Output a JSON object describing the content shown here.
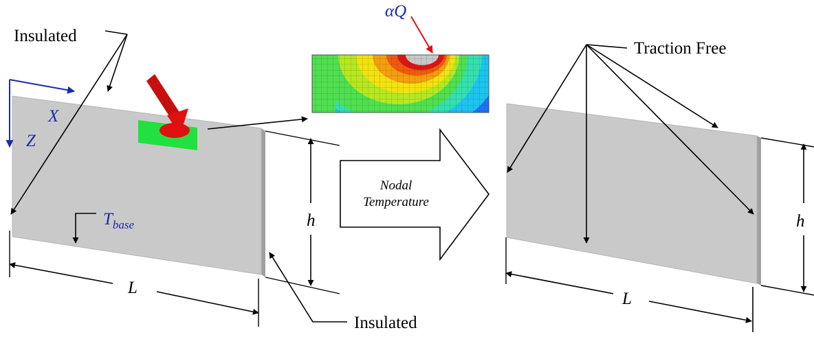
{
  "labels": {
    "insulated_top": "Insulated",
    "insulated_bottom": "Insulated",
    "traction_free": "Traction Free",
    "x_axis": "X",
    "z_axis": "Z",
    "t_base_main": "T",
    "t_base_sub": "base",
    "h_left": "h",
    "l_left": "L",
    "h_right": "h",
    "l_right": "L",
    "alpha_q": "αQ",
    "process_line1": "Nodal",
    "process_line2": "Temperature"
  },
  "colors": {
    "plate_face": "#c9c9c9",
    "plate_edge": "#9f9f9f",
    "heat_arrow": "#e01010",
    "axis_blue": "#1c2aa8",
    "mesh_patch": "#22e040"
  },
  "icons": {
    "heat_source": "red-arrow-icon",
    "process_arrow": "block-arrow-icon"
  }
}
